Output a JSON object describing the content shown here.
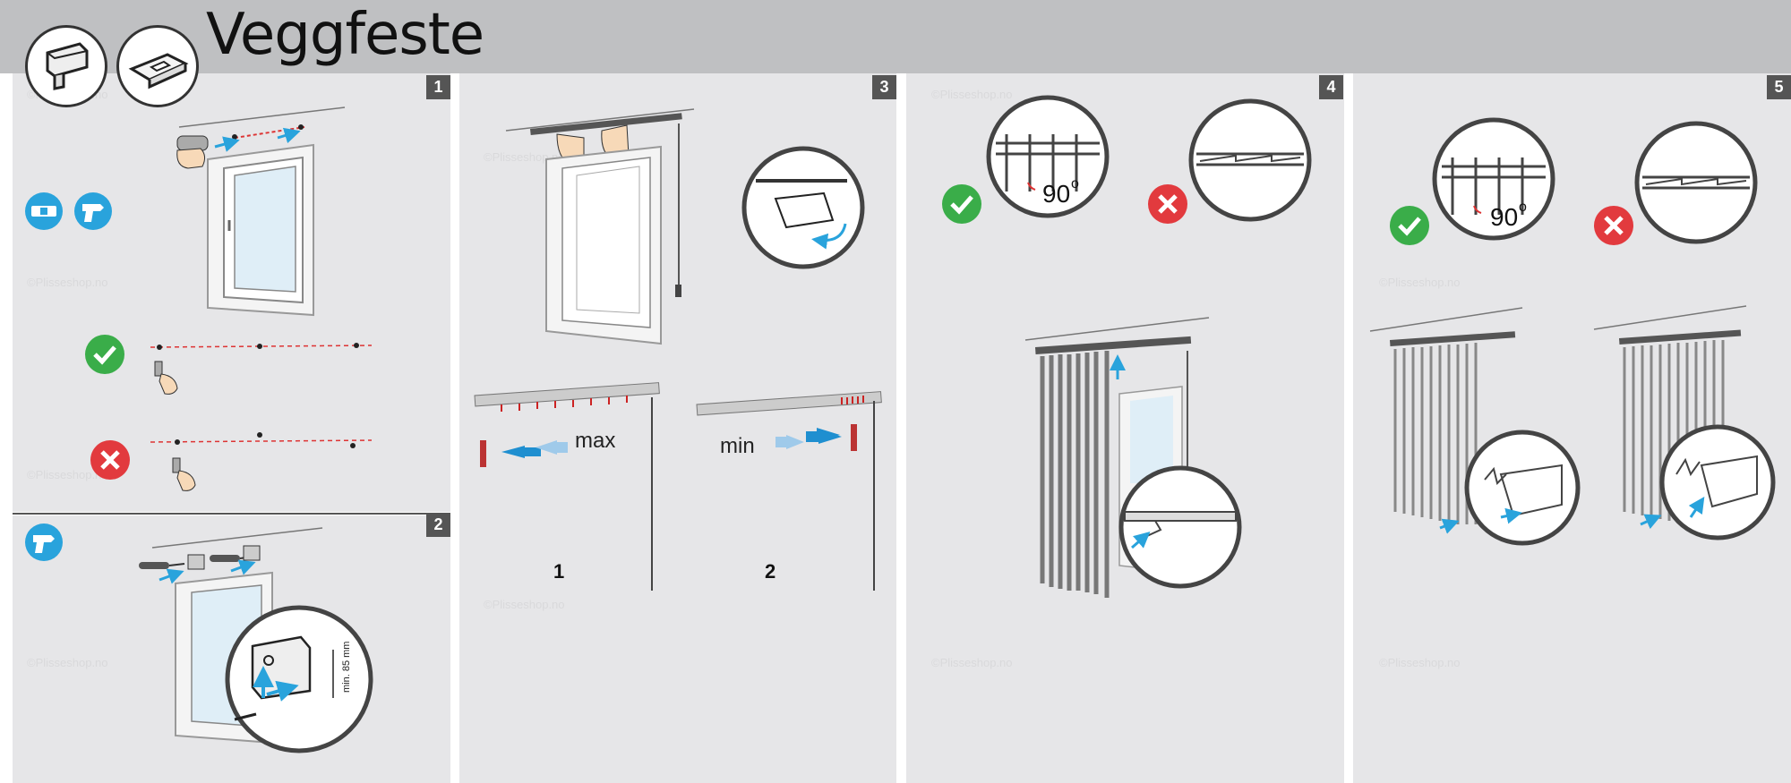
{
  "header": {
    "title": "Veggfeste"
  },
  "steps": {
    "s1": "1",
    "s2": "2",
    "s3": "3",
    "s4": "4",
    "s5": "5"
  },
  "step3": {
    "max_label": "max",
    "min_label": "min",
    "sub1": "1",
    "sub2": "2"
  },
  "angles": {
    "step4": "90",
    "step5": "90",
    "degree": "o"
  },
  "step2": {
    "min_distance": "min. 85 mm"
  },
  "watermark": "©Plisseshop.no",
  "colors": {
    "header": "#bfc0c2",
    "panel": "#e6e6e8",
    "ok": "#3aad49",
    "bad": "#e23a3e",
    "arrow": "#29a3dc",
    "badge": "#555555"
  },
  "icons": [
    "level-icon",
    "drill-icon",
    "check-icon",
    "cross-icon",
    "screwdriver-icon",
    "hand-icon",
    "bracket-icon",
    "clip-icon"
  ]
}
